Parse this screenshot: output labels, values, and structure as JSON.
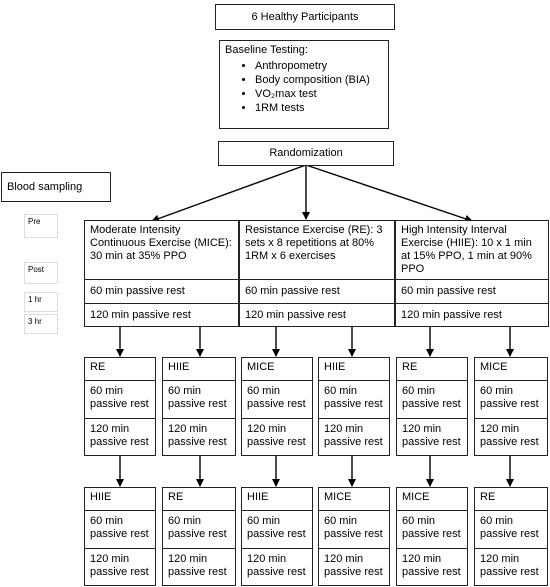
{
  "participants": "6 Healthy Participants",
  "baseline": {
    "title": "Baseline Testing:",
    "items": [
      "Anthropometry",
      "Body composition (BIA)",
      "VO₂max test",
      "1RM tests"
    ]
  },
  "randomization": "Randomization",
  "blood_sampling": {
    "title": "Blood sampling",
    "timepoints": [
      "Pre",
      "Post",
      "1 hr",
      "3 hr"
    ]
  },
  "arms": [
    {
      "description": "Moderate Intensity Continuous Exercise (MICE): 30 min at 35% PPO",
      "rest1": "60 min passive rest",
      "rest2": "120 min passive rest"
    },
    {
      "description": "Resistance Exercise (RE): 3 sets x 8 repetitions at 80% 1RM x 6 exercises",
      "rest1": "60 min passive rest",
      "rest2": "120 min passive rest"
    },
    {
      "description": "High Intensity Interval Exercise (HIIE): 10 x 1 min at 15% PPO, 1 min at 90% PPO",
      "rest1": "60 min passive rest",
      "rest2": "120 min passive rest"
    }
  ],
  "sequence_row2": [
    {
      "label": "RE",
      "rest1": "60 min passive rest",
      "rest2": "120 min passive rest"
    },
    {
      "label": "HIIE",
      "rest1": "60 min passive rest",
      "rest2": "120 min passive rest"
    },
    {
      "label": "MICE",
      "rest1": "60 min passive rest",
      "rest2": "120 min passive rest"
    },
    {
      "label": "HIIE",
      "rest1": "60 min passive rest",
      "rest2": "120 min passive rest"
    },
    {
      "label": "RE",
      "rest1": "60 min passive rest",
      "rest2": "120 min passive rest"
    },
    {
      "label": "MICE",
      "rest1": "60 min passive rest",
      "rest2": "120 min passive rest"
    }
  ],
  "sequence_row3": [
    {
      "label": "HIIE",
      "rest1": "60 min passive rest",
      "rest2": "120 min passive rest"
    },
    {
      "label": "RE",
      "rest1": "60 min passive rest",
      "rest2": "120 min passive rest"
    },
    {
      "label": "HIIE",
      "rest1": "60 min passive rest",
      "rest2": "120 min passive rest"
    },
    {
      "label": "MICE",
      "rest1": "60 min passive rest",
      "rest2": "120 min passive rest"
    },
    {
      "label": "MICE",
      "rest1": "60 min passive rest",
      "rest2": "120 min passive rest"
    },
    {
      "label": "RE",
      "rest1": "60 min passive rest",
      "rest2": "120 min passive rest"
    }
  ]
}
